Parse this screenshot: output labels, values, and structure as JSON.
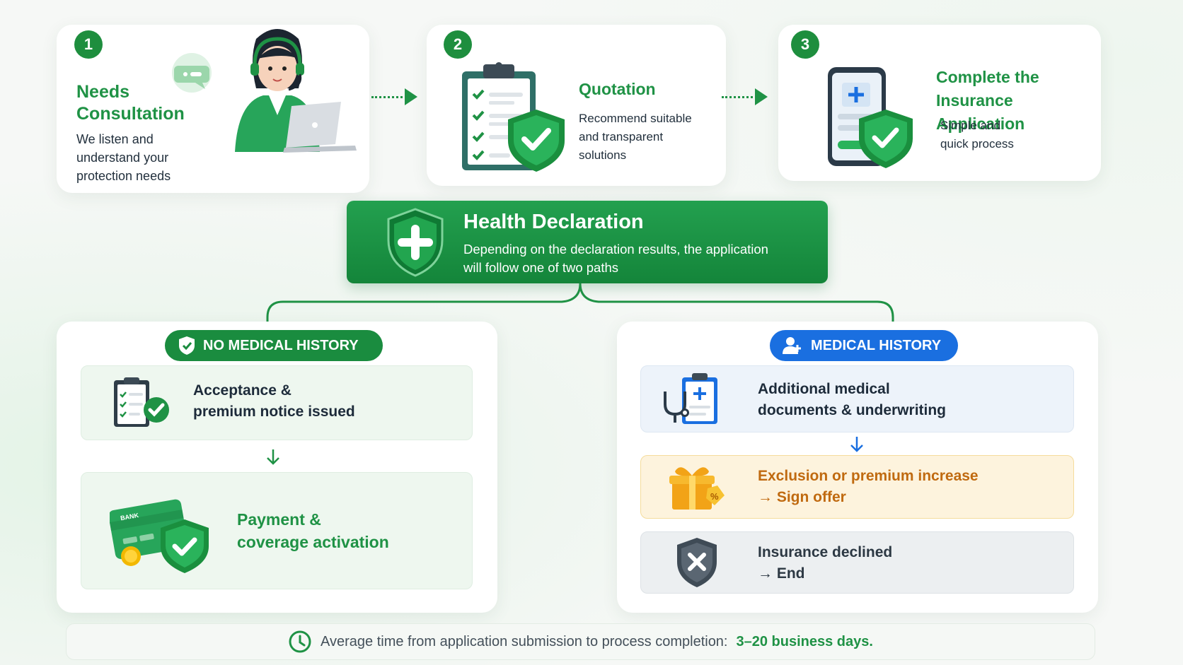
{
  "steps": [
    {
      "number": "1",
      "title_line1": "Needs",
      "title_line2": "Consultation",
      "desc_lines": [
        "We listen and",
        "understand your",
        "protection needs"
      ]
    },
    {
      "number": "2",
      "title": "Quotation",
      "desc_lines": [
        "Recommend suitable",
        "and transparent",
        "solutions"
      ]
    },
    {
      "number": "3",
      "title_line1": "Complete the",
      "title_line2": "Insurance Application",
      "desc_lines": [
        "Simple and",
        "quick process"
      ]
    }
  ],
  "health_declaration": {
    "title": "Health Declaration",
    "desc_line1": "Depending on the declaration results, the application",
    "desc_line2": "will follow one of two paths"
  },
  "no_medical_history": {
    "label": "NO MEDICAL HISTORY",
    "items": [
      {
        "line1": "Acceptance &",
        "line2": "premium notice issued"
      },
      {
        "line1": "Payment &",
        "line2": "coverage activation",
        "card_text": "BANK"
      }
    ]
  },
  "medical_history": {
    "label": "MEDICAL HISTORY",
    "items": [
      {
        "line1": "Additional medical",
        "line2": "documents & underwriting"
      },
      {
        "line1": "Exclusion or premium increase",
        "line2": "→ Sign offer"
      },
      {
        "line1": "Insurance declined",
        "line2": "→ End"
      }
    ]
  },
  "footer": {
    "text": "Average time from application submission to process completion:",
    "highlight": "3–20 business days."
  },
  "colors": {
    "brand_green": "#1f9245",
    "medical_blue": "#1a6fe0",
    "warning_orange": "#c06a10",
    "declined_gray": "#4a5560"
  },
  "icons": [
    "consultant-illustration",
    "chat-bubble-icon",
    "clipboard-checklist-icon",
    "shield-check-icon",
    "phone-icon",
    "shield-plus-icon",
    "shield-small-icon",
    "user-group-icon",
    "stethoscope-icon",
    "gift-icon",
    "shield-x-icon",
    "bank-card-icon",
    "clock-icon",
    "arrow-down-icon"
  ]
}
